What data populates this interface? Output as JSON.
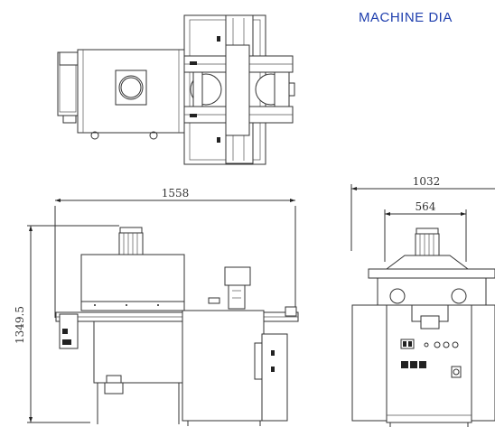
{
  "title": "MACHINE DIA",
  "dimensions": {
    "side_width": "1558",
    "height": "1349.5",
    "front_width": "1032",
    "front_inner_width": "564"
  },
  "views": [
    {
      "name": "top view"
    },
    {
      "name": "side view"
    },
    {
      "name": "front view"
    }
  ]
}
